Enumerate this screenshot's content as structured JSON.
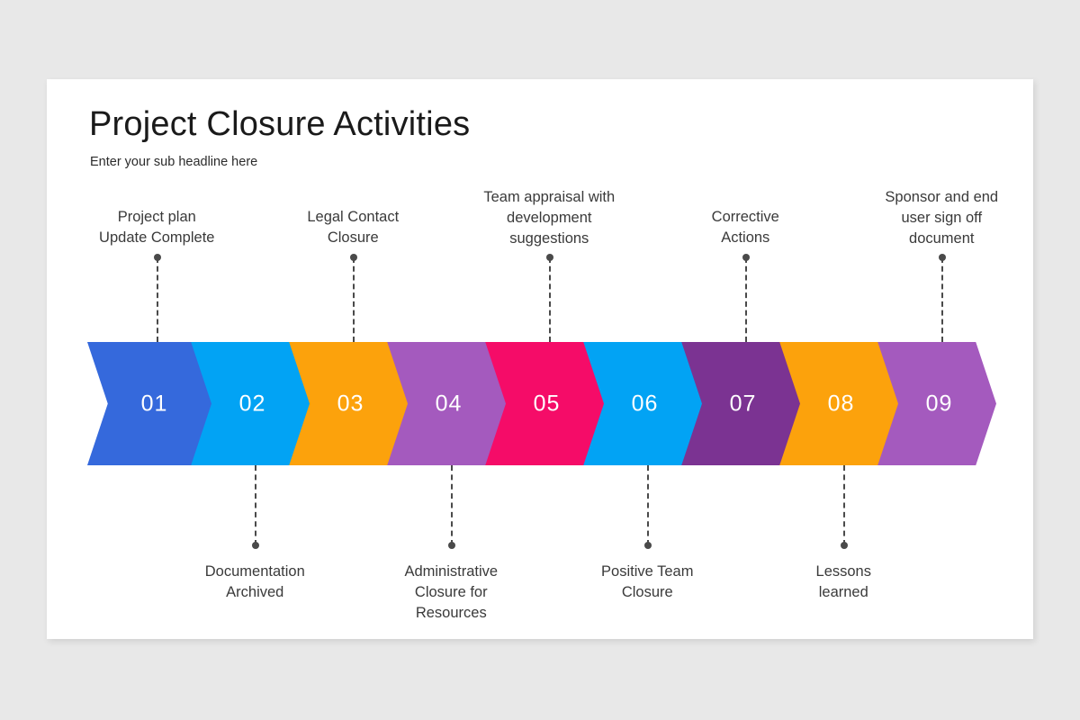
{
  "slide": {
    "title": "Project Closure Activities",
    "subtitle": "Enter your sub headline here",
    "background_color": "#e8e8e8",
    "card_color": "#ffffff"
  },
  "diagram": {
    "type": "chevron-process-timeline",
    "step_count": 9,
    "connector_color": "#4a4a4a",
    "label_color": "#3a3a3a",
    "steps": [
      {
        "number": "01",
        "label": "Project plan\nUpdate Complete",
        "label_line1": "Project plan",
        "label_line2": "Update Complete",
        "label_line3": "",
        "position": "top",
        "color": "#3569dc"
      },
      {
        "number": "02",
        "label": "Documentation\nArchived",
        "label_line1": "Documentation",
        "label_line2": "Archived",
        "label_line3": "",
        "position": "bottom",
        "color": "#02a3f4"
      },
      {
        "number": "03",
        "label": "Legal Contact\nClosure",
        "label_line1": "Legal Contact",
        "label_line2": "Closure",
        "label_line3": "",
        "position": "top",
        "color": "#fca20c"
      },
      {
        "number": "04",
        "label": "Administrative\nClosure for\nResources",
        "label_line1": "Administrative",
        "label_line2": "Closure for",
        "label_line3": "Resources",
        "position": "bottom",
        "color": "#a45abe"
      },
      {
        "number": "05",
        "label": "Team appraisal with\ndevelopment\nsuggestions",
        "label_line1": "Team appraisal with",
        "label_line2": "development",
        "label_line3": "suggestions",
        "position": "top",
        "color": "#f50c68"
      },
      {
        "number": "06",
        "label": "Positive Team\nClosure",
        "label_line1": "Positive Team",
        "label_line2": "Closure",
        "label_line3": "",
        "position": "bottom",
        "color": "#02a3f4"
      },
      {
        "number": "07",
        "label": "Corrective\nActions",
        "label_line1": "Corrective",
        "label_line2": "Actions",
        "label_line3": "",
        "position": "top",
        "color": "#7b3392"
      },
      {
        "number": "08",
        "label": "Lessons\nlearned",
        "label_line1": "Lessons",
        "label_line2": "learned",
        "label_line3": "",
        "position": "bottom",
        "color": "#fca20c"
      },
      {
        "number": "09",
        "label": "Sponsor and end\nuser sign off\ndocument",
        "label_line1": "Sponsor and end",
        "label_line2": "user sign off",
        "label_line3": "document",
        "position": "top",
        "color": "#a45abe"
      }
    ]
  }
}
